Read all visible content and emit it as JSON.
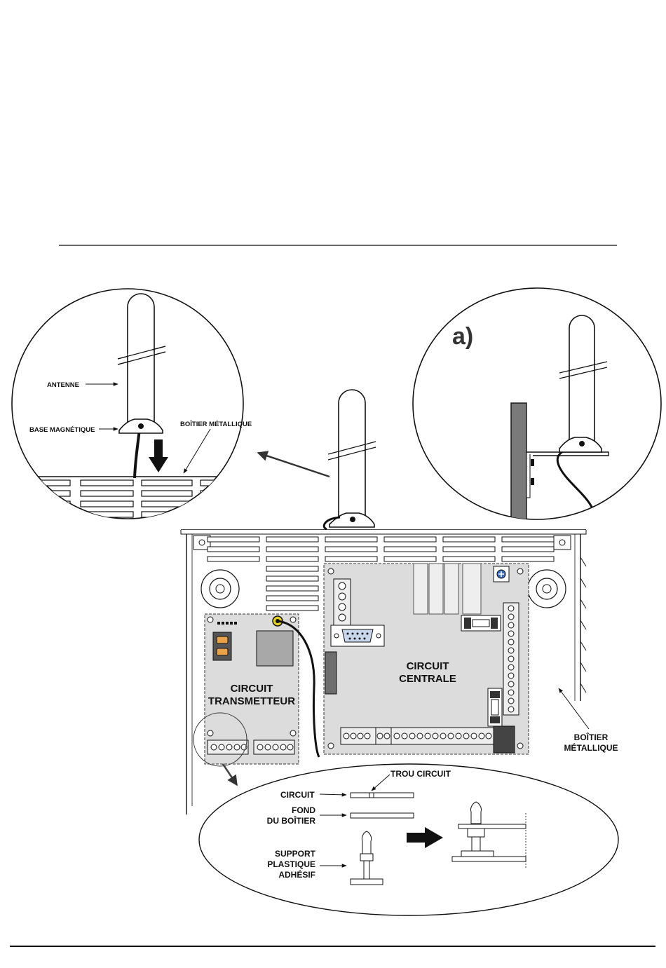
{
  "labels": {
    "antenna": "ANTENNE",
    "magnetic_base": "BASE MAGNÉTIQUE",
    "metal_box_top": "BOÎTIER MÉTALLIQUE",
    "variant": "a)",
    "central_circuit_line1": "CIRCUIT",
    "central_circuit_line2": "CENTRALE",
    "transmitter_circuit_line1": "CIRCUIT",
    "transmitter_circuit_line2": "TRANSMETTEUR",
    "metal_box_side_line1": "BOÎTIER",
    "metal_box_side_line2": "MÉTALLIQUE",
    "hole_circuit": "TROU CIRCUIT",
    "circuit": "CIRCUIT",
    "box_bottom_line1": "FOND",
    "box_bottom_line2": "DU BOÎTIER",
    "support_line1": "SUPPORT",
    "support_line2": "PLASTIQUE",
    "support_line3": "ADHÉSIF"
  },
  "colors": {
    "board_fill": "#dcdcdc",
    "line": "#111111",
    "post_fill": "#7a7a7a",
    "chip_fill": "#a8a8a8"
  }
}
